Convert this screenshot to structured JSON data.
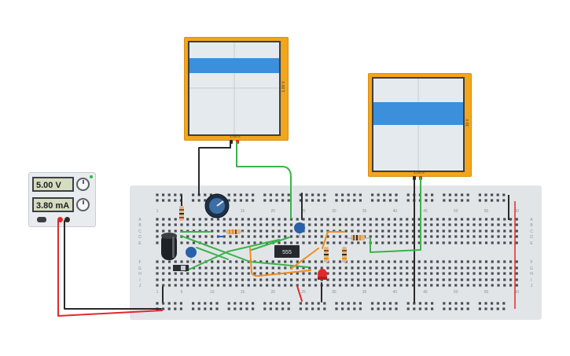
{
  "power_supply": {
    "voltage_display": "5.00 V",
    "current_display": "3.80 mA"
  },
  "oscilloscope_left": {
    "vertical_scale": "1.00 V",
    "time_scale": "1.00 s"
  },
  "oscilloscope_right": {
    "vertical_scale": "10 V",
    "time_scale": "1.00 s"
  },
  "chip": {
    "label": "555"
  },
  "breadboard": {
    "column_labels": [
      "1",
      "5",
      "10",
      "15",
      "20",
      "25",
      "30",
      "35",
      "40",
      "45",
      "50",
      "55",
      "60"
    ],
    "row_labels_top": [
      "A",
      "B",
      "C",
      "D",
      "E"
    ],
    "row_labels_bottom": [
      "F",
      "G",
      "H",
      "I",
      "J"
    ]
  },
  "colors": {
    "scope_body": "#f3a51b",
    "trace": "#3b8fdb",
    "wire_green": "#3ab34a",
    "wire_orange": "#f08c1a",
    "wire_red": "#e0292b",
    "wire_black": "#2a2a2a"
  }
}
